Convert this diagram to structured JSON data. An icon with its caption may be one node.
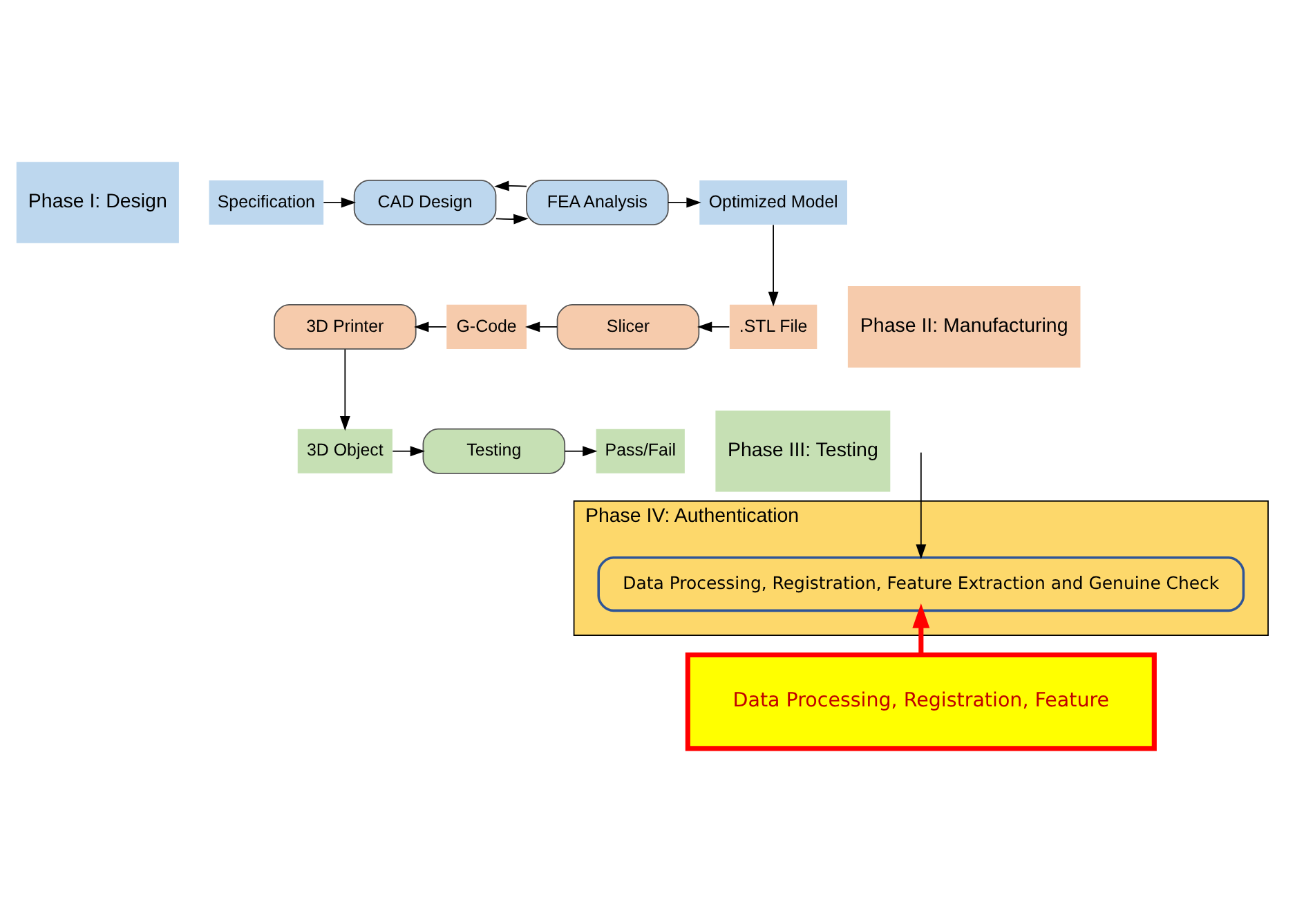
{
  "diagram": {
    "nodes": [
      {
        "text": [
          "Phase I: Design"
        ]
      },
      {
        "text": [
          "Specification"
        ]
      },
      {
        "text": [
          "CAD Design"
        ]
      },
      {
        "text": [
          "FEA Analysis"
        ]
      },
      {
        "text": [
          "Optimized Model"
        ]
      },
      {
        "text": [
          "Phase II: Manufacturing"
        ]
      },
      {
        "text": [
          ".STL File"
        ]
      },
      {
        "text": [
          "Slicer"
        ]
      },
      {
        "text": [
          "G-Code"
        ]
      },
      {
        "text": [
          "3D Printer"
        ]
      },
      {
        "text": [
          "Phase III: Testing"
        ]
      },
      {
        "text": [
          "3D Object"
        ]
      },
      {
        "text": [
          "Testing"
        ]
      },
      {
        "text": [
          "Pass/Fail"
        ]
      },
      {
        "text": [
          "Phase IV: Authentication"
        ]
      },
      {
        "text": [
          "Data Processing, Registration, Feature Extraction and Genuine Check"
        ],
        "in": 14
      },
      {
        "text": [
          "Data Processing, Registration, Feature"
        ]
      }
    ],
    "edges": [
      {
        "from": 1,
        "to": 2,
        "arrow": "to"
      },
      {
        "from": 2,
        "to": 3,
        "arrow": "to"
      },
      {
        "from": 3,
        "to": 2,
        "arrow": "to"
      },
      {
        "from": 3,
        "to": 4,
        "arrow": "to"
      },
      {
        "from": 4,
        "to": 6,
        "arrow": "to"
      },
      {
        "from": 6,
        "to": 7,
        "arrow": "to"
      },
      {
        "from": 7,
        "to": 8,
        "arrow": "to"
      },
      {
        "from": 8,
        "to": 9,
        "arrow": "to"
      },
      {
        "from": 9,
        "to": 11,
        "arrow": "to"
      },
      {
        "from": 11,
        "to": 12,
        "arrow": "to"
      },
      {
        "from": 12,
        "to": 13,
        "arrow": "to"
      },
      {
        "from": null,
        "to": 15,
        "arrow": "to"
      },
      {
        "from": 16,
        "to": 15,
        "arrow": "to",
        "style": "thick",
        "color": "#ff0000"
      }
    ]
  }
}
